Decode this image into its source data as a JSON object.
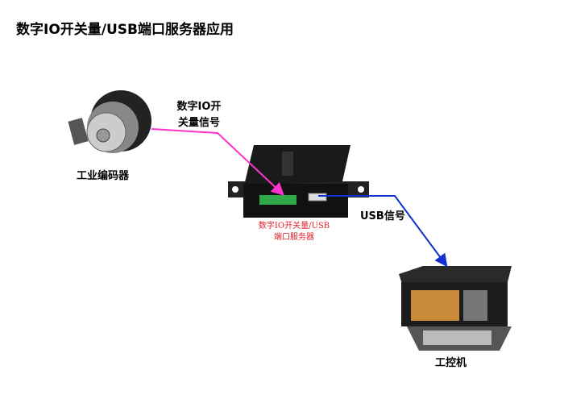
{
  "title": "数字IO开关量/USB端口服务器应用",
  "encoder": {
    "label": "工业编码器"
  },
  "signal_in": {
    "line1": "数字IO开",
    "line2": "关量信号"
  },
  "server": {
    "line1": "数字IO开关量/USB",
    "line2": "端口服务器"
  },
  "usb_signal": {
    "label": "USB信号"
  },
  "pc": {
    "label": "工控机"
  },
  "colors": {
    "io_line": "#ff33cc",
    "usb_line": "#1030d0",
    "server_label": "#e0202a"
  }
}
